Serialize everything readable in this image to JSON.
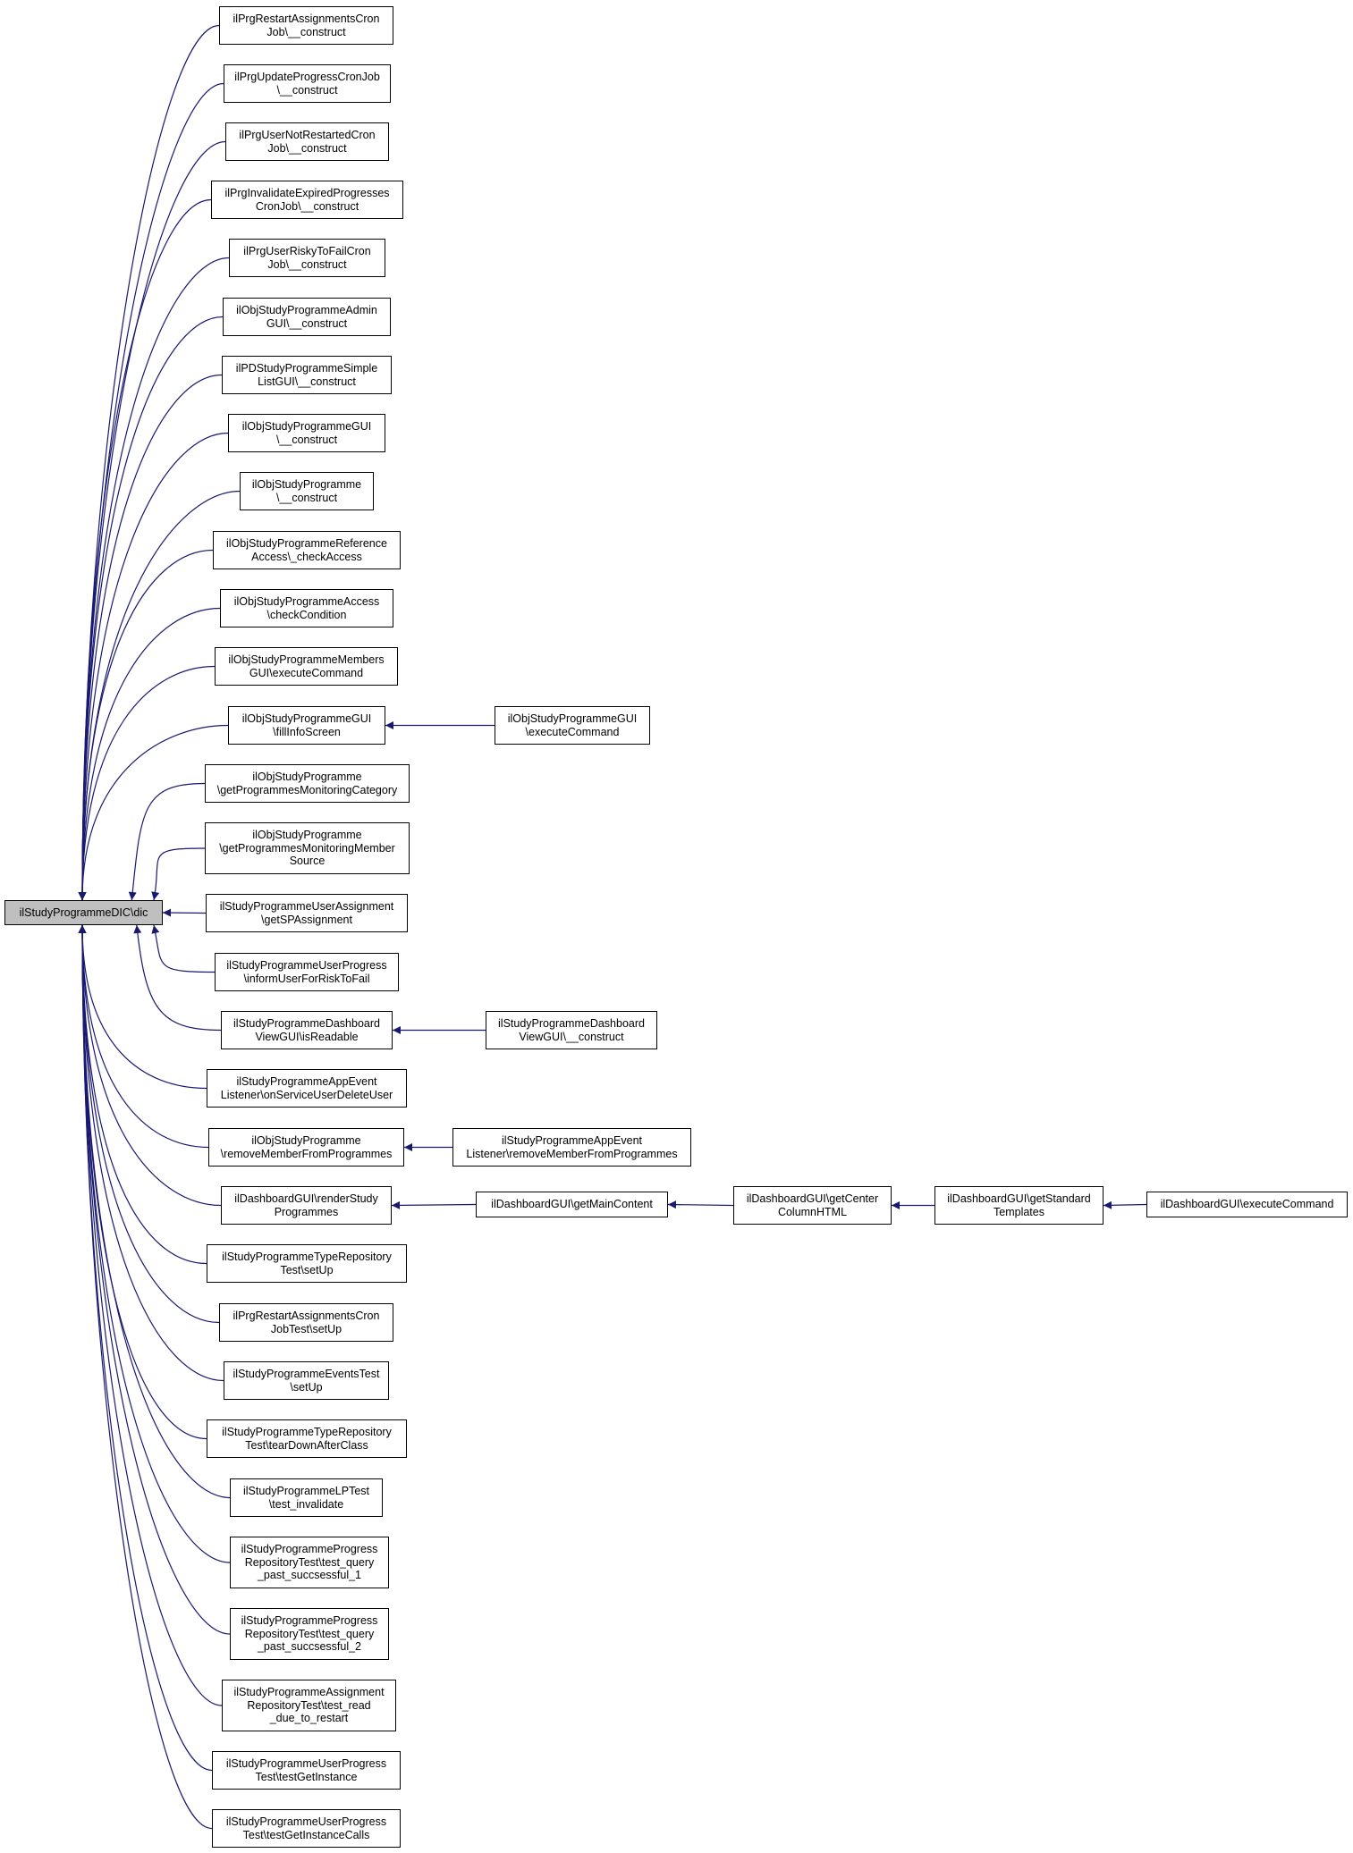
{
  "colors": {
    "edge": "#191970",
    "node_border": "#000000",
    "node_fill": "#ffffff",
    "root_fill": "#bfbfbf",
    "text": "#000000"
  },
  "nodes": [
    {
      "id": "root",
      "lines": [
        "ilStudyProgrammeDIC\\dic"
      ],
      "root": true
    },
    {
      "id": "n1",
      "lines": [
        "ilPrgRestartAssignmentsCron",
        "Job\\__construct"
      ]
    },
    {
      "id": "n2",
      "lines": [
        "ilPrgUpdateProgressCronJob",
        "\\__construct"
      ]
    },
    {
      "id": "n3",
      "lines": [
        "ilPrgUserNotRestartedCron",
        "Job\\__construct"
      ]
    },
    {
      "id": "n4",
      "lines": [
        "ilPrgInvalidateExpiredProgresses",
        "CronJob\\__construct"
      ]
    },
    {
      "id": "n5",
      "lines": [
        "ilPrgUserRiskyToFailCron",
        "Job\\__construct"
      ]
    },
    {
      "id": "n6",
      "lines": [
        "ilObjStudyProgrammeAdmin",
        "GUI\\__construct"
      ]
    },
    {
      "id": "n7",
      "lines": [
        "ilPDStudyProgrammeSimple",
        "ListGUI\\__construct"
      ]
    },
    {
      "id": "n8",
      "lines": [
        "ilObjStudyProgrammeGUI",
        "\\__construct"
      ]
    },
    {
      "id": "n9",
      "lines": [
        "ilObjStudyProgramme",
        "\\__construct"
      ]
    },
    {
      "id": "n10",
      "lines": [
        "ilObjStudyProgrammeReference",
        "Access\\_checkAccess"
      ]
    },
    {
      "id": "n11",
      "lines": [
        "ilObjStudyProgrammeAccess",
        "\\checkCondition"
      ]
    },
    {
      "id": "n12",
      "lines": [
        "ilObjStudyProgrammeMembers",
        "GUI\\executeCommand"
      ]
    },
    {
      "id": "n13",
      "lines": [
        "ilObjStudyProgrammeGUI",
        "\\fillInfoScreen"
      ]
    },
    {
      "id": "n14",
      "lines": [
        "ilObjStudyProgramme",
        "\\getProgrammesMonitoringCategory"
      ]
    },
    {
      "id": "n15",
      "lines": [
        "ilObjStudyProgramme",
        "\\getProgrammesMonitoringMember",
        "Source"
      ]
    },
    {
      "id": "n16",
      "lines": [
        "ilStudyProgrammeUserAssignment",
        "\\getSPAssignment"
      ]
    },
    {
      "id": "n17",
      "lines": [
        "ilStudyProgrammeUserProgress",
        "\\informUserForRiskToFail"
      ]
    },
    {
      "id": "n18",
      "lines": [
        "ilStudyProgrammeDashboard",
        "ViewGUI\\isReadable"
      ]
    },
    {
      "id": "n19",
      "lines": [
        "ilStudyProgrammeAppEvent",
        "Listener\\onServiceUserDeleteUser"
      ]
    },
    {
      "id": "n20",
      "lines": [
        "ilObjStudyProgramme",
        "\\removeMemberFromProgrammes"
      ]
    },
    {
      "id": "n21",
      "lines": [
        "ilDashboardGUI\\renderStudy",
        "Programmes"
      ]
    },
    {
      "id": "n22",
      "lines": [
        "ilStudyProgrammeTypeRepository",
        "Test\\setUp"
      ]
    },
    {
      "id": "n23",
      "lines": [
        "ilPrgRestartAssignmentsCron",
        "JobTest\\setUp"
      ]
    },
    {
      "id": "n24",
      "lines": [
        "ilStudyProgrammeEventsTest",
        "\\setUp"
      ]
    },
    {
      "id": "n25",
      "lines": [
        "ilStudyProgrammeTypeRepository",
        "Test\\tearDownAfterClass"
      ]
    },
    {
      "id": "n26",
      "lines": [
        "ilStudyProgrammeLPTest",
        "\\test_invalidate"
      ]
    },
    {
      "id": "n27",
      "lines": [
        "ilStudyProgrammeProgress",
        "RepositoryTest\\test_query",
        "_past_succsessful_1"
      ]
    },
    {
      "id": "n28",
      "lines": [
        "ilStudyProgrammeProgress",
        "RepositoryTest\\test_query",
        "_past_succsessful_2"
      ]
    },
    {
      "id": "n29",
      "lines": [
        "ilStudyProgrammeAssignment",
        "RepositoryTest\\test_read",
        "_due_to_restart"
      ]
    },
    {
      "id": "n30",
      "lines": [
        "ilStudyProgrammeUserProgress",
        "Test\\testGetInstance"
      ]
    },
    {
      "id": "n31",
      "lines": [
        "ilStudyProgrammeUserProgress",
        "Test\\testGetInstanceCalls"
      ]
    },
    {
      "id": "m13",
      "lines": [
        "ilObjStudyProgrammeGUI",
        "\\executeCommand"
      ]
    },
    {
      "id": "m18",
      "lines": [
        "ilStudyProgrammeDashboard",
        "ViewGUI\\__construct"
      ]
    },
    {
      "id": "m20",
      "lines": [
        "ilStudyProgrammeAppEvent",
        "Listener\\removeMemberFromProgrammes"
      ]
    },
    {
      "id": "m21",
      "lines": [
        "ilDashboardGUI\\getMainContent"
      ]
    },
    {
      "id": "m21b",
      "lines": [
        "ilDashboardGUI\\getCenter",
        "ColumnHTML"
      ]
    },
    {
      "id": "m21c",
      "lines": [
        "ilDashboardGUI\\getStandard",
        "Templates"
      ]
    },
    {
      "id": "m21d",
      "lines": [
        "ilDashboardGUI\\executeCommand"
      ]
    }
  ],
  "edges": [
    [
      "n1",
      "root"
    ],
    [
      "n2",
      "root"
    ],
    [
      "n3",
      "root"
    ],
    [
      "n4",
      "root"
    ],
    [
      "n5",
      "root"
    ],
    [
      "n6",
      "root"
    ],
    [
      "n7",
      "root"
    ],
    [
      "n8",
      "root"
    ],
    [
      "n9",
      "root"
    ],
    [
      "n10",
      "root"
    ],
    [
      "n11",
      "root"
    ],
    [
      "n12",
      "root"
    ],
    [
      "n13",
      "root"
    ],
    [
      "n14",
      "root"
    ],
    [
      "n15",
      "root"
    ],
    [
      "n16",
      "root"
    ],
    [
      "n17",
      "root"
    ],
    [
      "n18",
      "root"
    ],
    [
      "n19",
      "root"
    ],
    [
      "n20",
      "root"
    ],
    [
      "n21",
      "root"
    ],
    [
      "n22",
      "root"
    ],
    [
      "n23",
      "root"
    ],
    [
      "n24",
      "root"
    ],
    [
      "n25",
      "root"
    ],
    [
      "n26",
      "root"
    ],
    [
      "n27",
      "root"
    ],
    [
      "n28",
      "root"
    ],
    [
      "n29",
      "root"
    ],
    [
      "n30",
      "root"
    ],
    [
      "n31",
      "root"
    ],
    [
      "m13",
      "n13"
    ],
    [
      "m18",
      "n18"
    ],
    [
      "m20",
      "n20"
    ],
    [
      "m21",
      "n21"
    ],
    [
      "m21b",
      "m21"
    ],
    [
      "m21c",
      "m21b"
    ],
    [
      "m21d",
      "m21c"
    ]
  ]
}
